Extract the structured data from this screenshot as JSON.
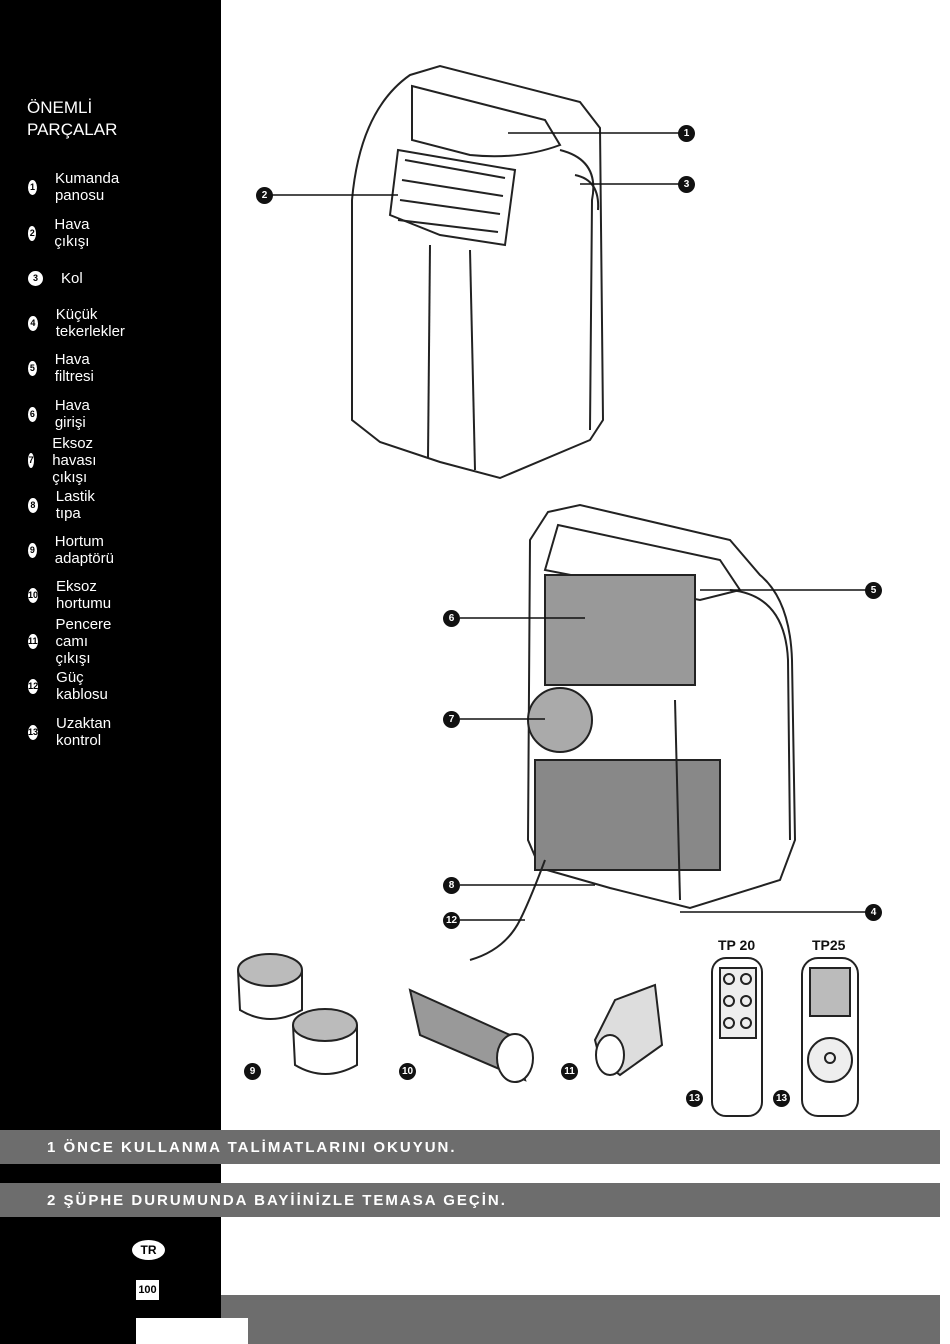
{
  "sidebar": {
    "title_line1": "ÖNEMLİ",
    "title_line2": "PARÇALAR",
    "parts": [
      {
        "num": "1",
        "label": "Kumanda panosu"
      },
      {
        "num": "2",
        "label": "Hava çıkışı"
      },
      {
        "num": "3",
        "label": "Kol"
      },
      {
        "num": "4",
        "label": "Küçük tekerlekler"
      },
      {
        "num": "5",
        "label": "Hava filtresi"
      },
      {
        "num": "6",
        "label": "Hava girişi"
      },
      {
        "num": "7",
        "label": "Eksoz havası çıkışı"
      },
      {
        "num": "8",
        "label": "Lastik tıpa"
      },
      {
        "num": "9",
        "label": "Hortum adaptörü"
      },
      {
        "num": "10",
        "label": "Eksoz hortumu"
      },
      {
        "num": "11",
        "label": "Pencere camı çıkışı"
      },
      {
        "num": "12",
        "label": "Güç kablosu"
      },
      {
        "num": "13",
        "label": "Uzaktan kontrol"
      }
    ]
  },
  "callouts": {
    "c1": "1",
    "c2": "2",
    "c3": "3",
    "c4": "4",
    "c5": "5",
    "c6": "6",
    "c7": "7",
    "c8": "8",
    "c9": "9",
    "c10": "10",
    "c11": "11",
    "c12": "12",
    "c13a": "13",
    "c13b": "13"
  },
  "remotes": {
    "model_a": "TP 20",
    "model_b": "TP25"
  },
  "notices": {
    "line1": "1 ÖNCE KULLANMA TALİMATLARINI OKUYUN.",
    "line2": "2 ŞÜPHE DURUMUNDA BAYİİNİZLE TEMASA GEÇİN."
  },
  "footer": {
    "lang": "TR",
    "page": "100"
  }
}
